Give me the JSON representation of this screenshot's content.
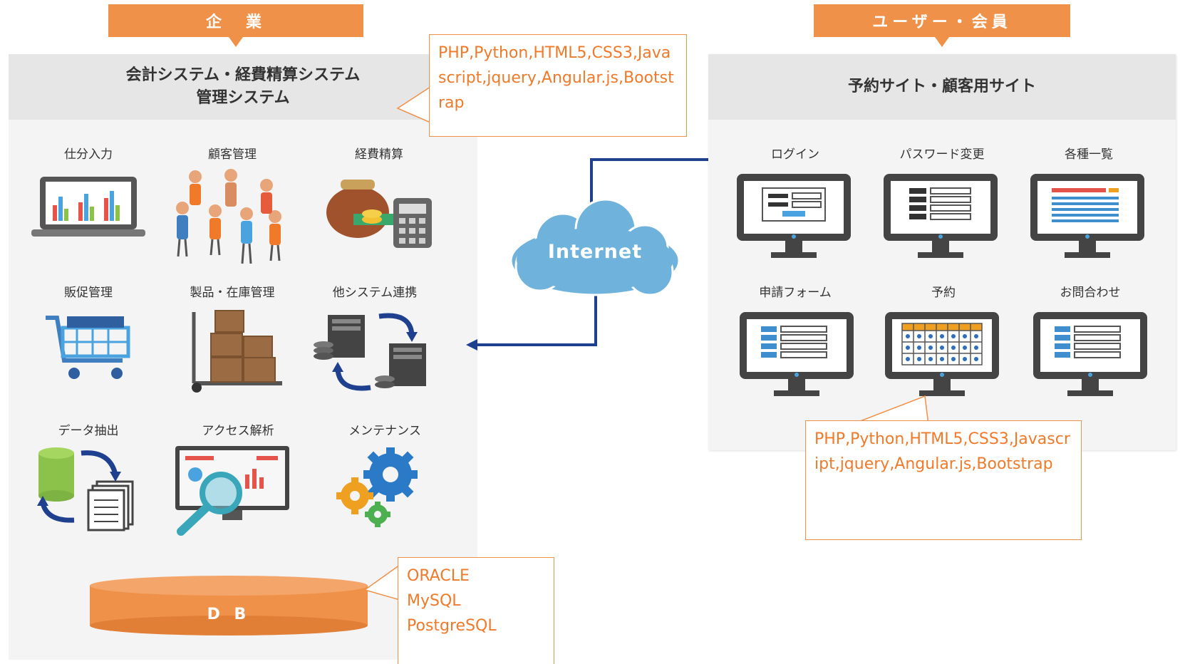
{
  "enterprise": {
    "tag": "企　業",
    "title_line1": "会計システム・経費精算システム",
    "title_line2": "管理システム",
    "items": [
      {
        "label": "仕分入力",
        "icon": "laptop-chart-icon"
      },
      {
        "label": "顧客管理",
        "icon": "people-group-icon"
      },
      {
        "label": "経費精算",
        "icon": "wallet-calculator-icon"
      },
      {
        "label": "販促管理",
        "icon": "shopping-cart-icon"
      },
      {
        "label": "製品・在庫管理",
        "icon": "boxes-cart-icon"
      },
      {
        "label": "他システム連携",
        "icon": "server-sync-icon"
      },
      {
        "label": "データ抽出",
        "icon": "data-extract-icon"
      },
      {
        "label": "アクセス解析",
        "icon": "analytics-magnifier-icon"
      },
      {
        "label": "メンテナンス",
        "icon": "gears-icon"
      }
    ],
    "db_label": "D B"
  },
  "users": {
    "tag": "ユーザー・会員",
    "title": "予約サイト・顧客用サイト",
    "items": [
      {
        "label": "ログイン",
        "icon": "monitor-login-icon"
      },
      {
        "label": "パスワード変更",
        "icon": "monitor-password-icon"
      },
      {
        "label": "各種一覧",
        "icon": "monitor-list-icon"
      },
      {
        "label": "申請フォーム",
        "icon": "monitor-form-icon"
      },
      {
        "label": "予約",
        "icon": "monitor-calendar-icon"
      },
      {
        "label": "お問合わせ",
        "icon": "monitor-contact-icon"
      }
    ]
  },
  "internet": {
    "label": "Internet"
  },
  "notes": {
    "enterprise_tech": "PHP,Python,HTML5,CSS3,Javascript,jquery,Angular.js,Bootstrap",
    "user_tech": "PHP,Python,HTML5,CSS3,Javascript,jquery,Angular.js,Bootstrap",
    "db_lines": [
      "ORACLE",
      "MySQL",
      "PostgreSQL"
    ]
  },
  "colors": {
    "accent": "#f0914a",
    "note_text": "#f07a2a",
    "arrow": "#1f3f8f",
    "cloud": "#6fb3dc"
  }
}
